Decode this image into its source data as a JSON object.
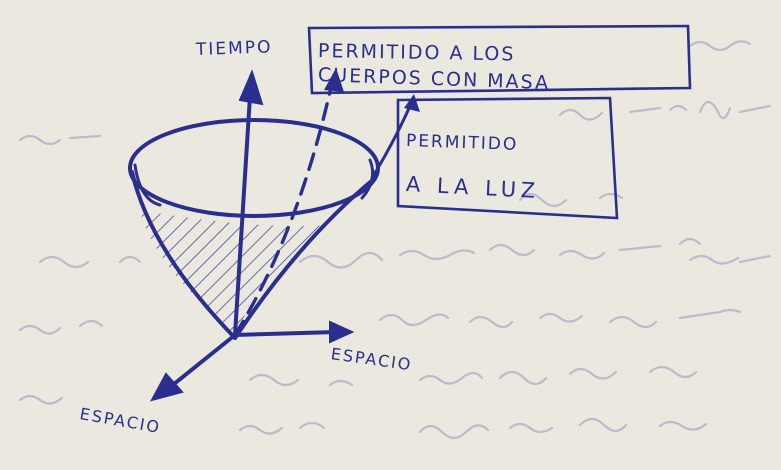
{
  "diagram": {
    "axes": {
      "time_label": "TIEMPO",
      "space_label_right": "ESPACIO",
      "space_label_left": "ESPACIO"
    },
    "boxes": {
      "bodies_with_mass": {
        "line1": "PERMITIDO A LOS",
        "line2": "CUERPOS CON MASA"
      },
      "light": {
        "line1": "PERMITIDO",
        "line2": "A LA LUZ"
      }
    }
  },
  "colors": {
    "ink": "#2a2f8f",
    "paper": "#ebe8df",
    "background_writing": "#b9bccb"
  }
}
